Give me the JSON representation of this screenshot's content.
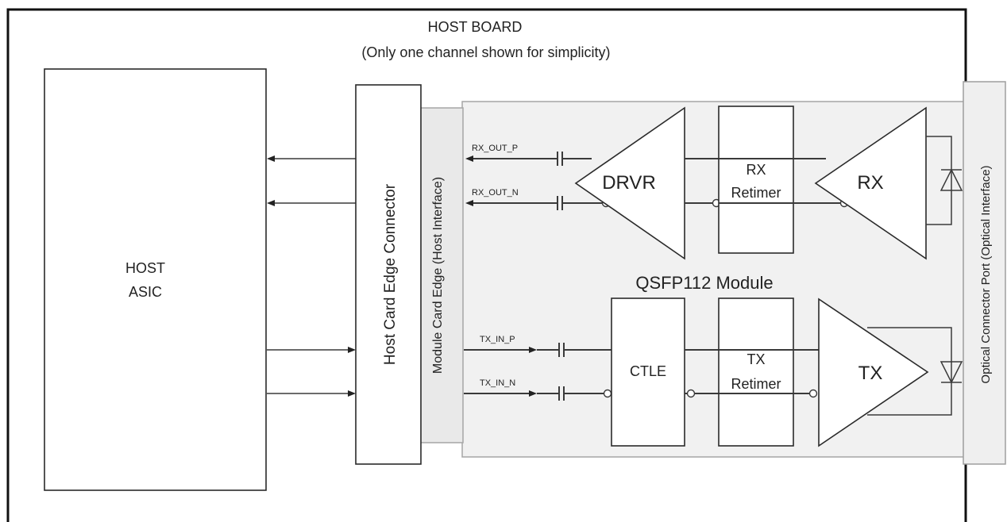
{
  "host_board": {
    "title": "HOST BOARD",
    "subtitle": "(Only one channel shown for simplicity)"
  },
  "host_asic": {
    "line1": "HOST",
    "line2": "ASIC"
  },
  "host_connector": {
    "label": "Host Card Edge Connector"
  },
  "module_card_edge": {
    "label": "Module Card Edge (Host Interface)"
  },
  "module": {
    "label": "QSFP112 Module"
  },
  "optical_port": {
    "label": "Optical Connector Port (Optical Interface)"
  },
  "signals": {
    "rx_out_p": "RX_OUT_P",
    "rx_out_n": "RX_OUT_N",
    "tx_in_p": "TX_IN_P",
    "tx_in_n": "TX_IN_N"
  },
  "blocks": {
    "drvr": "DRVR",
    "rx_retimer_line1": "RX",
    "rx_retimer_line2": "Retimer",
    "rx": "RX",
    "ctle": "CTLE",
    "tx_retimer_line1": "TX",
    "tx_retimer_line2": "Retimer",
    "tx": "TX"
  }
}
